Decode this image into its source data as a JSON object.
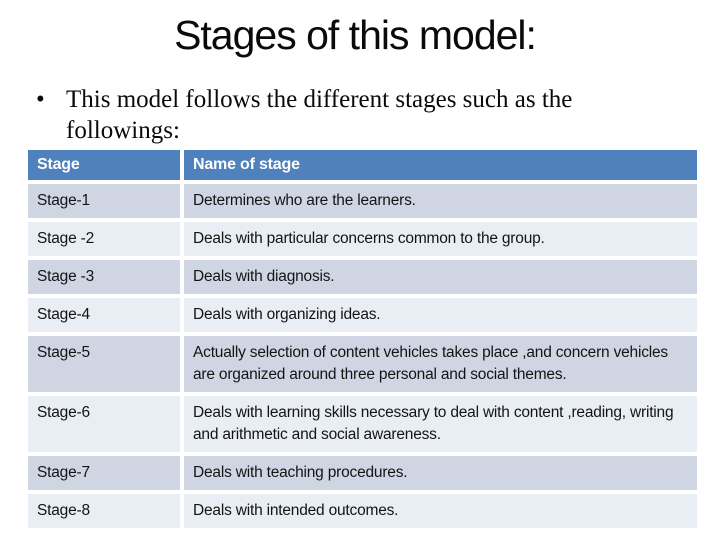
{
  "slide": {
    "title": "Stages of this model:",
    "bullet_marker": "•",
    "bullet_text": "This model follows the different stages such as the followings:"
  },
  "table": {
    "headers": [
      "Stage",
      "Name of stage"
    ],
    "rows": [
      {
        "stage": "Stage-1",
        "name": "Determines who are the learners."
      },
      {
        "stage": "Stage -2",
        "name": "Deals with particular concerns common to the group."
      },
      {
        "stage": "Stage -3",
        "name": "Deals with diagnosis."
      },
      {
        "stage": "Stage-4",
        "name": "Deals with  organizing ideas."
      },
      {
        "stage": "Stage-5",
        "name": "Actually selection of content vehicles takes place ,and concern vehicles are organized around three personal and social themes."
      },
      {
        "stage": "Stage-6",
        "name": "Deals with learning skills necessary to deal with content ,reading, writing and arithmetic and social awareness."
      },
      {
        "stage": "Stage-7",
        "name": "Deals with teaching procedures."
      },
      {
        "stage": "Stage-8",
        "name": "Deals with intended outcomes."
      }
    ]
  },
  "colors": {
    "header_bg": "#4f81bd",
    "header_text": "#ffffff",
    "row_dark": "#d0d5e3",
    "row_light": "#e9edf4",
    "body_text": "#141414"
  }
}
